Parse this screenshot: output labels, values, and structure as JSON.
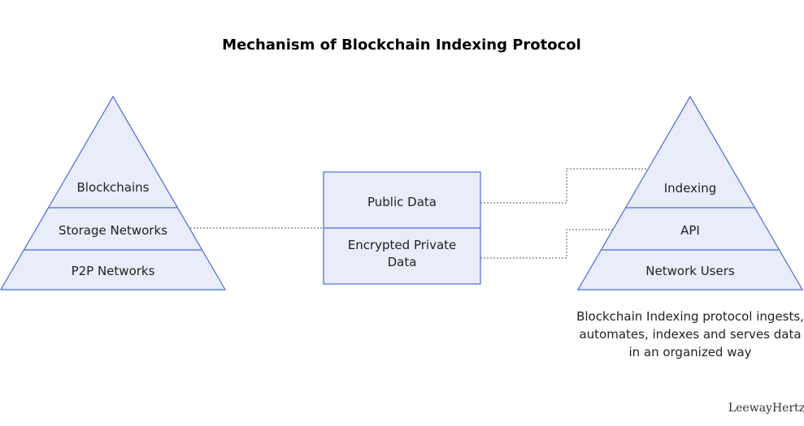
{
  "title": "Mechanism of Blockchain Indexing Protocol",
  "left_pyramid": {
    "layers": [
      "Blockchains",
      "Storage Networks",
      "P2P Networks"
    ]
  },
  "center_box": {
    "top": "Public Data",
    "bottom_line1": "Encrypted Private",
    "bottom_line2": "Data"
  },
  "right_pyramid": {
    "layers": [
      "Indexing",
      "API",
      "Network Users"
    ]
  },
  "caption": {
    "line1": "Blockchain Indexing protocol ingests,",
    "line2": "automates, indexes and serves data",
    "line3": "in an organized way"
  },
  "brand": "LeewayHertz",
  "colors": {
    "fill": "#e9ecf9",
    "stroke": "#4a6bd6",
    "connector": "#555555"
  }
}
